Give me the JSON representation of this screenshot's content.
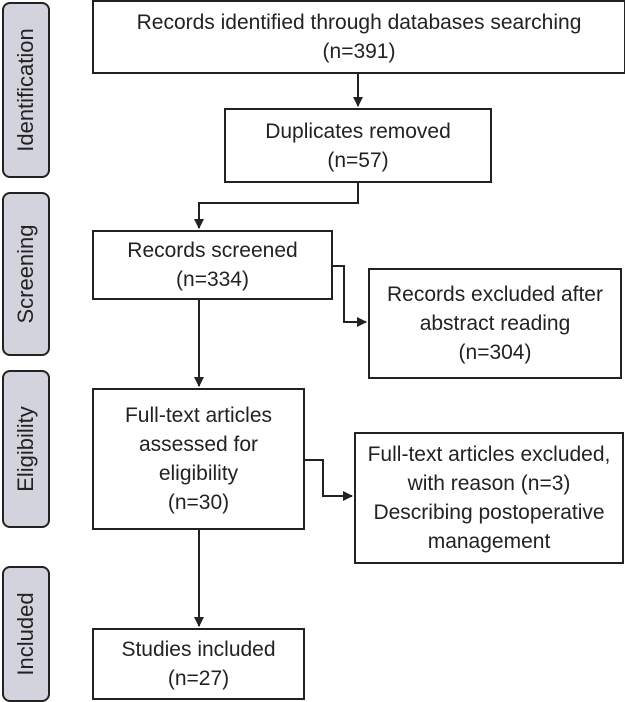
{
  "phases": {
    "identification": "Identification",
    "screening": "Screening",
    "eligibility": "Eligibility",
    "included": "Included"
  },
  "boxes": {
    "records_identified": [
      "Records identified through databases searching",
      "(n=391)"
    ],
    "duplicates_removed": [
      "Duplicates removed",
      "(n=57)"
    ],
    "records_screened": [
      "Records screened",
      "(n=334)"
    ],
    "records_excluded": [
      "Records excluded after",
      "abstract reading",
      "(n=304)"
    ],
    "fulltext_assessed": [
      "Full-text articles",
      "assessed for",
      "eligibility",
      "(n=30)"
    ],
    "fulltext_excluded": [
      "Full-text articles excluded,",
      "with reason (n=3)",
      "Describing postoperative",
      "management"
    ],
    "studies_included": [
      "Studies included",
      "(n=27)"
    ]
  }
}
